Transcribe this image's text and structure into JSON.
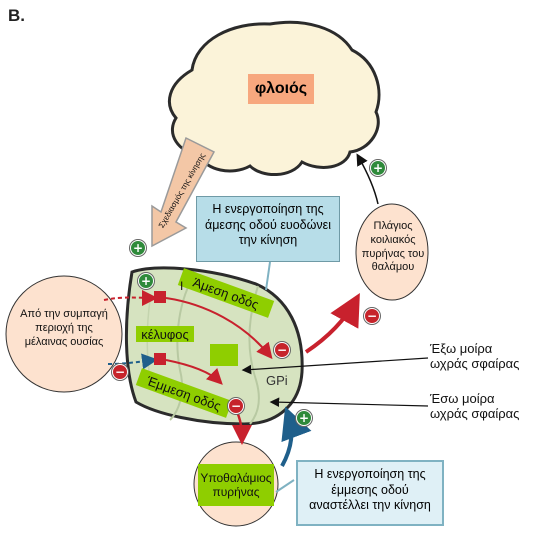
{
  "figure_letter": "B.",
  "cortex": {
    "label": "φλοιός"
  },
  "arrow_label": "Σχεδιασμός της κίνησης",
  "direct_note": "Η ενεργοποίηση της άμεσης οδού ευοδώνει την κίνηση",
  "indirect_note": "Η ενεργοποίηση της έμμεσης οδού αναστέλλει την κίνηση",
  "thalamus_label": "Πλάγιος κοιλιακός πυρήνας του θαλάμου",
  "substantia_nigra_label": "Από την συμπαγή περιοχή της μέλαινας ουσίας",
  "direct_path_label": "Άμεση οδός",
  "shell_label": "κέλυφος",
  "indirect_path_label": "Έμμεση οδός",
  "gpi_label": "GPi",
  "gpe_small_label": "Ι",
  "external_gp_label": "Έξω μοίρα ωχράς σφαίρας",
  "internal_gp_label": "Έσω μοίρα ωχράς σφαίρας",
  "subthalamic_label": "Υποθαλάμιος πυρήνας",
  "signs": {
    "plus": "+",
    "minus": "−"
  },
  "colors": {
    "cortex_fill": "#fbf3d9",
    "basal_ganglia_fill": "#d6e3c0",
    "circle_fill": "#fde2cf",
    "green_label": "#8fce00",
    "excitatory_arrow": "#1f5f8b",
    "inhibitory_arrow": "#c8212d",
    "note_box": "#b7dde8"
  }
}
